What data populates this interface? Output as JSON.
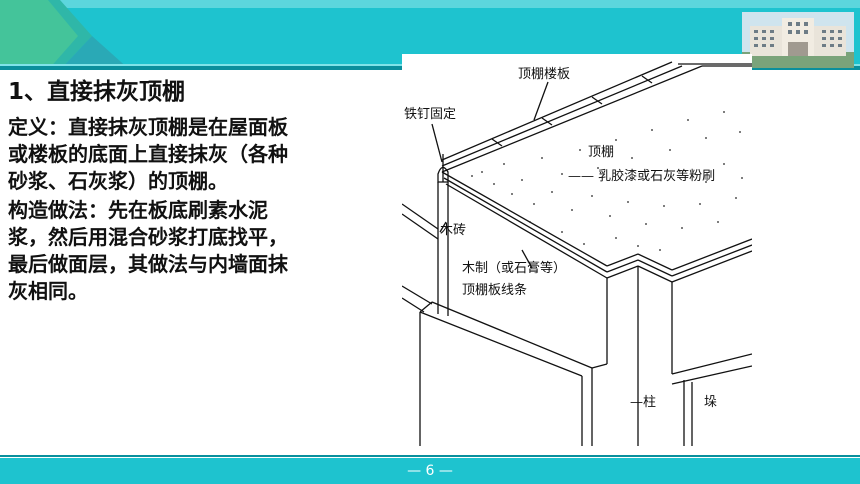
{
  "content": {
    "title": "1、直接抹灰顶棚",
    "definition": "定义：直接抹灰顶棚是在屋面板或楼板的底面上直接抹灰（各种砂浆、石灰浆）的顶棚。",
    "method": "构造做法：先在板底刷素水泥浆，然后用混合砂浆打底找平，最后做面层，其做法与内墙面抹灰相同。"
  },
  "diagram": {
    "labels": {
      "floor_slab": "顶棚楼板",
      "nail": "铁钉固定",
      "ceiling": "顶棚",
      "finish": "—— 乳胶漆或石灰等粉刷",
      "wood_brick": "木砖",
      "molding_1": "木制（或石膏等）",
      "molding_2": "顶棚板线条",
      "column": "—柱",
      "pier": "垛"
    }
  },
  "footer": {
    "page_number": "— 6 —"
  },
  "colors": {
    "banner_teal": "#1ec3cf",
    "banner_green": "#58b98e",
    "banner_dark": "#0a8f9c"
  }
}
